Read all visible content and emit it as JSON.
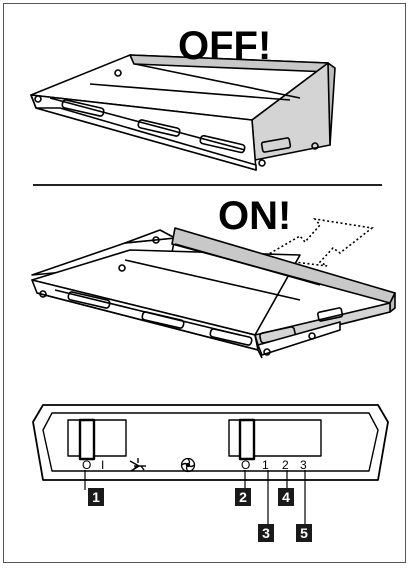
{
  "headings": {
    "off": "OFF!",
    "on": "ON!"
  },
  "panel": {
    "light_switch": {
      "left_mark": "O",
      "right_mark": "I",
      "icon": "lamp-icon"
    },
    "fan_switch": {
      "icon": "fan-icon",
      "positions": [
        "O",
        "1",
        "2",
        "3"
      ]
    },
    "callouts": [
      "1",
      "2",
      "3",
      "4",
      "5"
    ]
  }
}
